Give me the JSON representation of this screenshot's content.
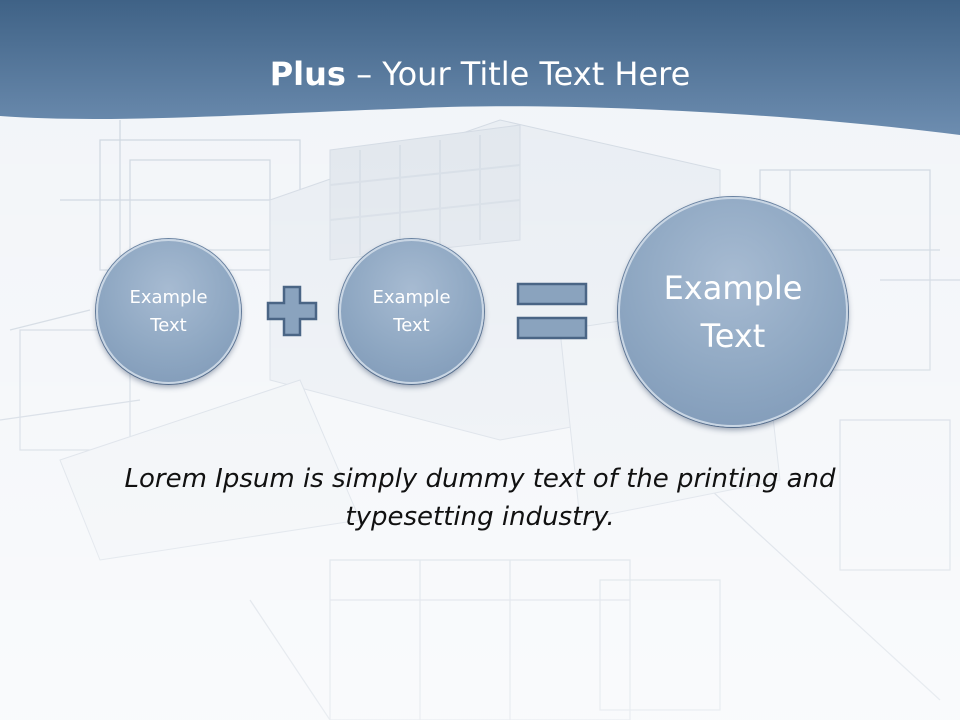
{
  "title": {
    "bold": "Plus",
    "rest": " – Your Title Text Here"
  },
  "circles": [
    {
      "label": "Example\nText"
    },
    {
      "label": "Example\nText"
    },
    {
      "label": "Example\nText"
    }
  ],
  "operators": {
    "plus": "plus-icon",
    "equals": "equals-icon"
  },
  "body": "Lorem Ipsum is simply dummy text of the printing and typesetting industry.",
  "colors": {
    "header": "#4d6f93",
    "circle": "#8ea7c2",
    "operator": "#8aa3be",
    "operator_stroke": "#4a6585"
  }
}
